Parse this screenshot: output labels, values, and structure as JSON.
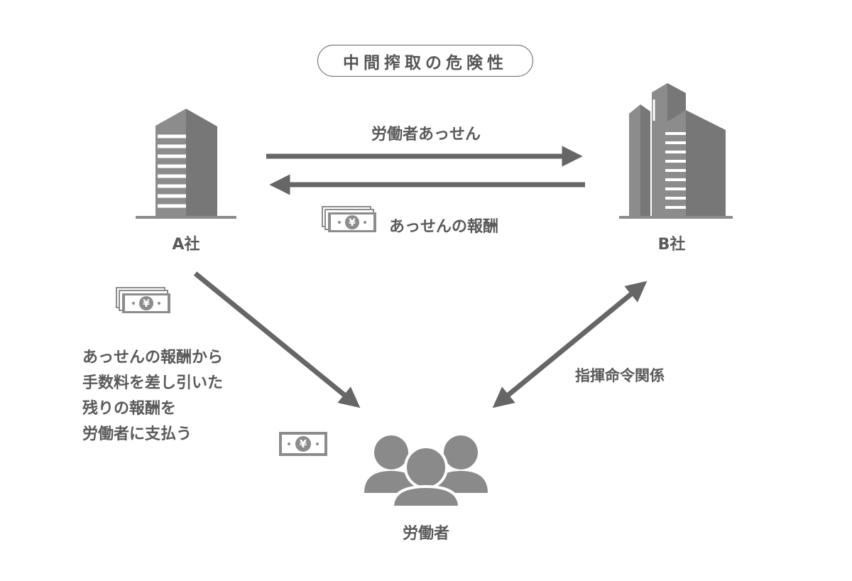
{
  "title": "中間搾取の危険性",
  "nodes": {
    "company_a": "A社",
    "company_b": "B社",
    "worker": "労働者"
  },
  "edges": {
    "mediation": "労働者あっせん",
    "mediation_fee": "あっせんの報酬",
    "command": "指揮命令関係"
  },
  "payment_note": [
    "あっせんの報酬から",
    "手数料を差し引いた",
    "残りの報酬を",
    "労働者に支払う"
  ],
  "money_symbol": "¥",
  "icons": {
    "company_a": "office-building-icon",
    "company_b": "office-towers-icon",
    "worker": "people-group-icon",
    "money": "yen-banknote-icon"
  },
  "colors": {
    "arrow": "#666666",
    "building": "#8c8c8c",
    "people": "#8a8a8a",
    "text": "#555555"
  }
}
